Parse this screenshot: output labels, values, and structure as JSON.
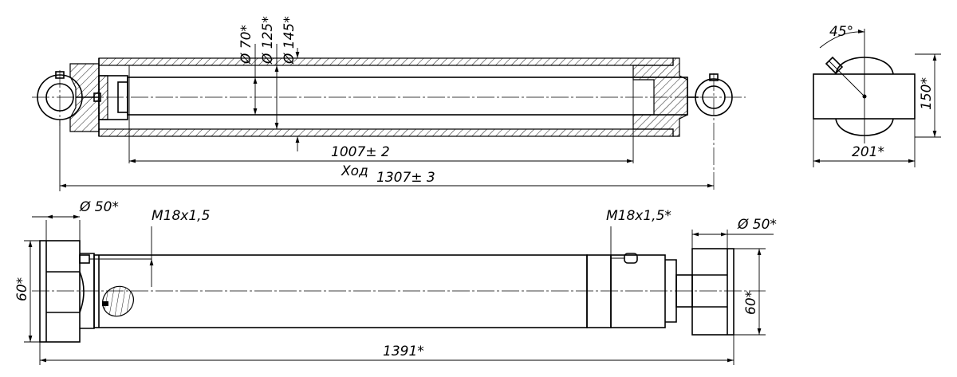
{
  "labels": {
    "d70": "Ø 70*",
    "d125": "Ø 125*",
    "d145": "Ø 145*",
    "stroke_value": "1007± 2",
    "stroke_word": "Ход",
    "total_top": "1307± 3",
    "angle": "45°",
    "height_side": "150*",
    "width_side": "201*",
    "d50_left": "Ø 50*",
    "d50_right": "Ø 50*",
    "thread_left": "M18x1,5",
    "thread_right": "M18x1,5*",
    "h60_left": "60*",
    "h60_right": "60*",
    "total_bottom": "1391*"
  }
}
